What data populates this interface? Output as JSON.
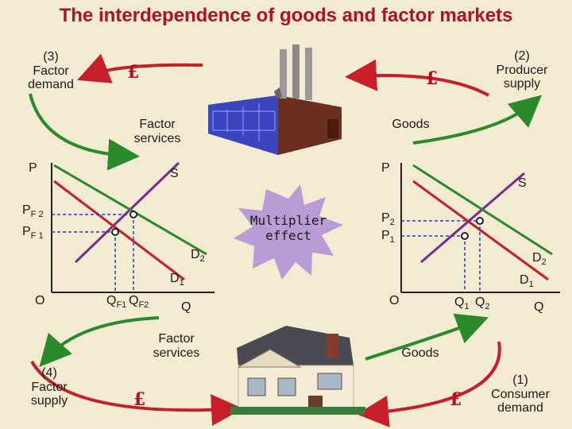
{
  "title": "The interdependence of goods and factor markets",
  "labels": {
    "factor_demand": [
      "(3)",
      "Factor",
      "demand"
    ],
    "producer_supply": [
      "(2)",
      "Producer",
      "supply"
    ],
    "factor_supply": [
      "(4)",
      "Factor",
      "supply"
    ],
    "consumer_demand": [
      "(1)",
      "Consumer",
      "demand"
    ],
    "factor_services_top": [
      "Factor",
      "services"
    ],
    "goods_top": "Goods",
    "factor_services_bottom": [
      "Factor",
      "services"
    ],
    "goods_bottom": "Goods",
    "currency": "£",
    "multiplier": [
      "Multiplier",
      "effect"
    ]
  },
  "left_graph": {
    "y_axis": "P",
    "x_axis": "Q",
    "origin": "O",
    "supply": "S",
    "price_labels": [
      {
        "main": "P",
        "sub": "F 2"
      },
      {
        "main": "P",
        "sub": "F 1"
      }
    ],
    "quantity_labels": [
      {
        "main": "Q",
        "sub": "F1"
      },
      {
        "main": "Q",
        "sub": "F2"
      }
    ],
    "demand_labels": [
      {
        "main": "D",
        "sub": "2"
      },
      {
        "main": "D",
        "sub": "1"
      }
    ]
  },
  "right_graph": {
    "y_axis": "P",
    "x_axis": "Q",
    "origin": "O",
    "supply": "S",
    "price_labels": [
      {
        "main": "P",
        "sub": "2"
      },
      {
        "main": "P",
        "sub": "1"
      }
    ],
    "quantity_labels": [
      {
        "main": "Q",
        "sub": "1"
      },
      {
        "main": "Q",
        "sub": "2"
      }
    ],
    "demand_labels": [
      {
        "main": "D",
        "sub": "2"
      },
      {
        "main": "D",
        "sub": "1"
      }
    ]
  },
  "colors": {
    "title": "#b0102a",
    "supply_line": "#7a2a8a",
    "demand1_line": "#c81e28",
    "demand2_line": "#2a8a2a",
    "guide_line": "#1f3fbf",
    "arrow_red": "#c81e28",
    "arrow_green": "#2a8a2a",
    "star_fill": "#b99bd6",
    "background": "#f3ecd3"
  },
  "icons": [
    "factory-image",
    "house-image"
  ]
}
